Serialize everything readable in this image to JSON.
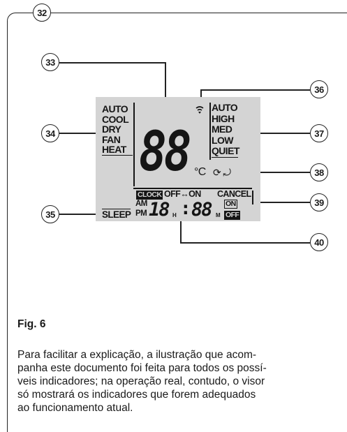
{
  "callouts": {
    "c32": "32",
    "c33": "33",
    "c34": "34",
    "c35": "35",
    "c36": "36",
    "c37": "37",
    "c38": "38",
    "c39": "39",
    "c40": "40"
  },
  "lcd": {
    "modes": [
      "AUTO",
      "COOL",
      "DRY",
      "FAN",
      "HEAT"
    ],
    "fan_speeds": [
      "AUTO",
      "HIGH",
      "MED",
      "LOW",
      "QUIET"
    ],
    "big_digits": "88",
    "temp_unit": "°C",
    "swing_icons": "⟳ ⤾",
    "clock_label": "CLOCK",
    "off_on": "OFF↔ON",
    "cancel": "CANCEL",
    "sleep": "SLEEP",
    "am": "AM",
    "pm": "PM",
    "hour_digits": "18",
    "hour_unit": "H",
    "colon": ":",
    "min_digits": "88",
    "min_unit": "M",
    "on_label": "ON",
    "off_label": "OFF"
  },
  "caption": "Fig. 6",
  "paragraph": [
    "Para facilitar a explicação, a ilustração que acom-",
    "panha este documento foi feita para todos os possí-",
    "veis indicadores; na operação real, contudo, o visor",
    "só mostrará os indicadores que forem adequados",
    "ao funcionamento atual."
  ]
}
